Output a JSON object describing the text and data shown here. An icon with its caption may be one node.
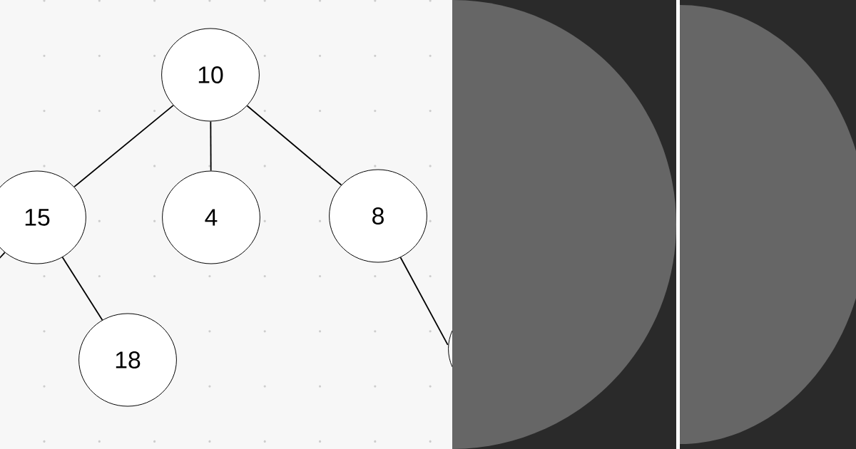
{
  "diagram": {
    "nodes": [
      {
        "text": [
          "10"
        ]
      },
      {
        "text": [
          "15"
        ]
      },
      {
        "text": [
          "4"
        ]
      },
      {
        "text": [
          "8"
        ]
      },
      {
        "text": [
          "18"
        ]
      },
      {
        "text": [],
        "shape": "circle"
      }
    ],
    "edges": [
      {
        "from": 0,
        "to": 1,
        "arrow": "none"
      },
      {
        "from": 0,
        "to": 2,
        "arrow": "none"
      },
      {
        "from": 0,
        "to": 3,
        "arrow": "none"
      },
      {
        "from": 1,
        "to": null,
        "arrow": "none"
      },
      {
        "from": 1,
        "to": 4,
        "arrow": "none"
      },
      {
        "from": 3,
        "to": 5,
        "arrow": "none"
      }
    ]
  }
}
